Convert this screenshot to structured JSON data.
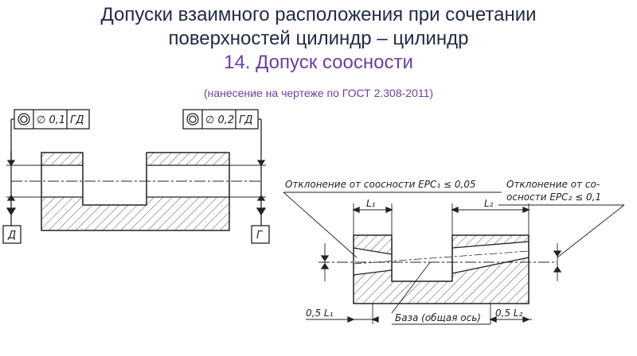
{
  "slide": {
    "title_line1": "Допуски взаимного расположения при сочетании",
    "title_line2": "поверхностей цилиндр – цилиндр",
    "title_line3": "14. Допуск соосности",
    "subtitle": "(нанесение на чертеже по ГОСТ 2.308-2011)"
  },
  "left_drawing": {
    "frame_left": {
      "value": "∅ 0,1",
      "datum": "ГД"
    },
    "frame_right": {
      "value": "∅ 0,2",
      "datum": "ГД"
    },
    "datum_left": "Д",
    "datum_right": "Г"
  },
  "right_drawing": {
    "deviation1_label": "Отклонение от соосности EPC₁ ≤ 0,05",
    "deviation2_line1": "Отклонение от со-",
    "deviation2_line2": "осности EPC₂ ≤ 0,1",
    "l1": "L₁",
    "l2": "L₂",
    "half_l1": "0,5 L₁",
    "half_l2": "0,5 L₂",
    "base_label": "База (общая ось)"
  }
}
